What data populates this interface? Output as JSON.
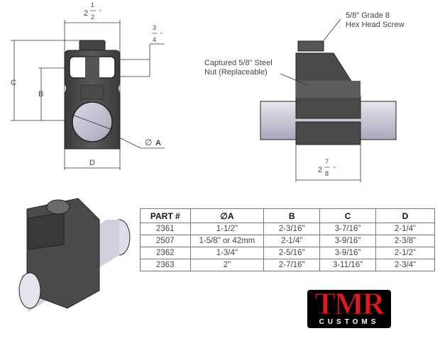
{
  "front_view": {
    "width_whole": "2",
    "width_num": "1",
    "width_den": "2",
    "inch_mark": "\"",
    "gap_num": "3",
    "gap_den": "4",
    "label_c": "C",
    "label_b": "B",
    "label_d": "D",
    "label_dia_symbol": "∅",
    "label_dia": "A"
  },
  "side_view": {
    "screw_callout_line1": "5/8\" Grade 8",
    "screw_callout_line2": "Hex Head Screw",
    "nut_callout_line1": "Captured 5/8\" Steel",
    "nut_callout_line2": "Nut (Replaceable)",
    "width_whole": "2",
    "width_num": "7",
    "width_den": "8",
    "inch_mark": "\""
  },
  "table": {
    "headers": [
      "PART #",
      "∅A",
      "B",
      "C",
      "D"
    ],
    "rows": [
      [
        "2361",
        "1-1/2\"",
        "2-3/16\"",
        "3-7/16\"",
        "2-1/4\""
      ],
      [
        "2507",
        "1-5/8\" or 42mm",
        "2-1/4\"",
        "3-9/16\"",
        "2-3/8\""
      ],
      [
        "2362",
        "1-3/4\"",
        "2-5/16\"",
        "3-9/16\"",
        "2-1/2\""
      ],
      [
        "2363",
        "2\"",
        "2-7/16\"",
        "3-11/16\"",
        "2-3/4\""
      ]
    ]
  },
  "logo": {
    "brand": "TMR",
    "sub": "CUSTOMS",
    "brand_color": "#e5161d"
  }
}
